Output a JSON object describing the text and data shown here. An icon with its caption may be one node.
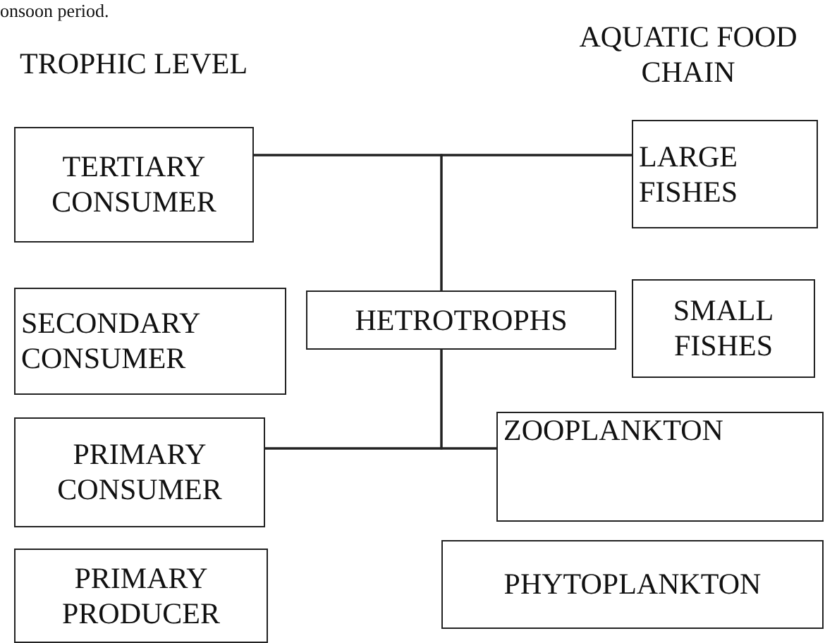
{
  "diagram": {
    "nodes": [
      {
        "text": [
          "TERTIARY CONSUMER"
        ]
      },
      {
        "text": [
          "LARGE FISHES"
        ]
      },
      {
        "text": [
          "SECONDARY CONSUMER"
        ]
      },
      {
        "text": [
          "HETROTROPHS"
        ]
      },
      {
        "text": [
          "SMALL FISHES"
        ]
      },
      {
        "text": [
          "PRIMARY CONSUMER"
        ]
      },
      {
        "text": [
          "ZOOPLANKTON"
        ]
      },
      {
        "text": [
          "PRIMARY PRODUCER"
        ]
      },
      {
        "text": [
          "PHYTOPLANKTON"
        ]
      }
    ],
    "edges": [
      {
        "from": 0,
        "to": 1,
        "arrow": "none"
      },
      {
        "from": 3,
        "to": 0,
        "arrow": "none"
      },
      {
        "from": 3,
        "to": 1,
        "arrow": "none"
      },
      {
        "from": 5,
        "to": 6,
        "arrow": "none"
      },
      {
        "from": 3,
        "to": 5,
        "arrow": "none"
      },
      {
        "from": 3,
        "to": 6,
        "arrow": "none"
      }
    ],
    "labels": [
      "onsoon period.",
      "TROPHIC LEVEL",
      "AQUATIC FOOD CHAIN"
    ]
  }
}
